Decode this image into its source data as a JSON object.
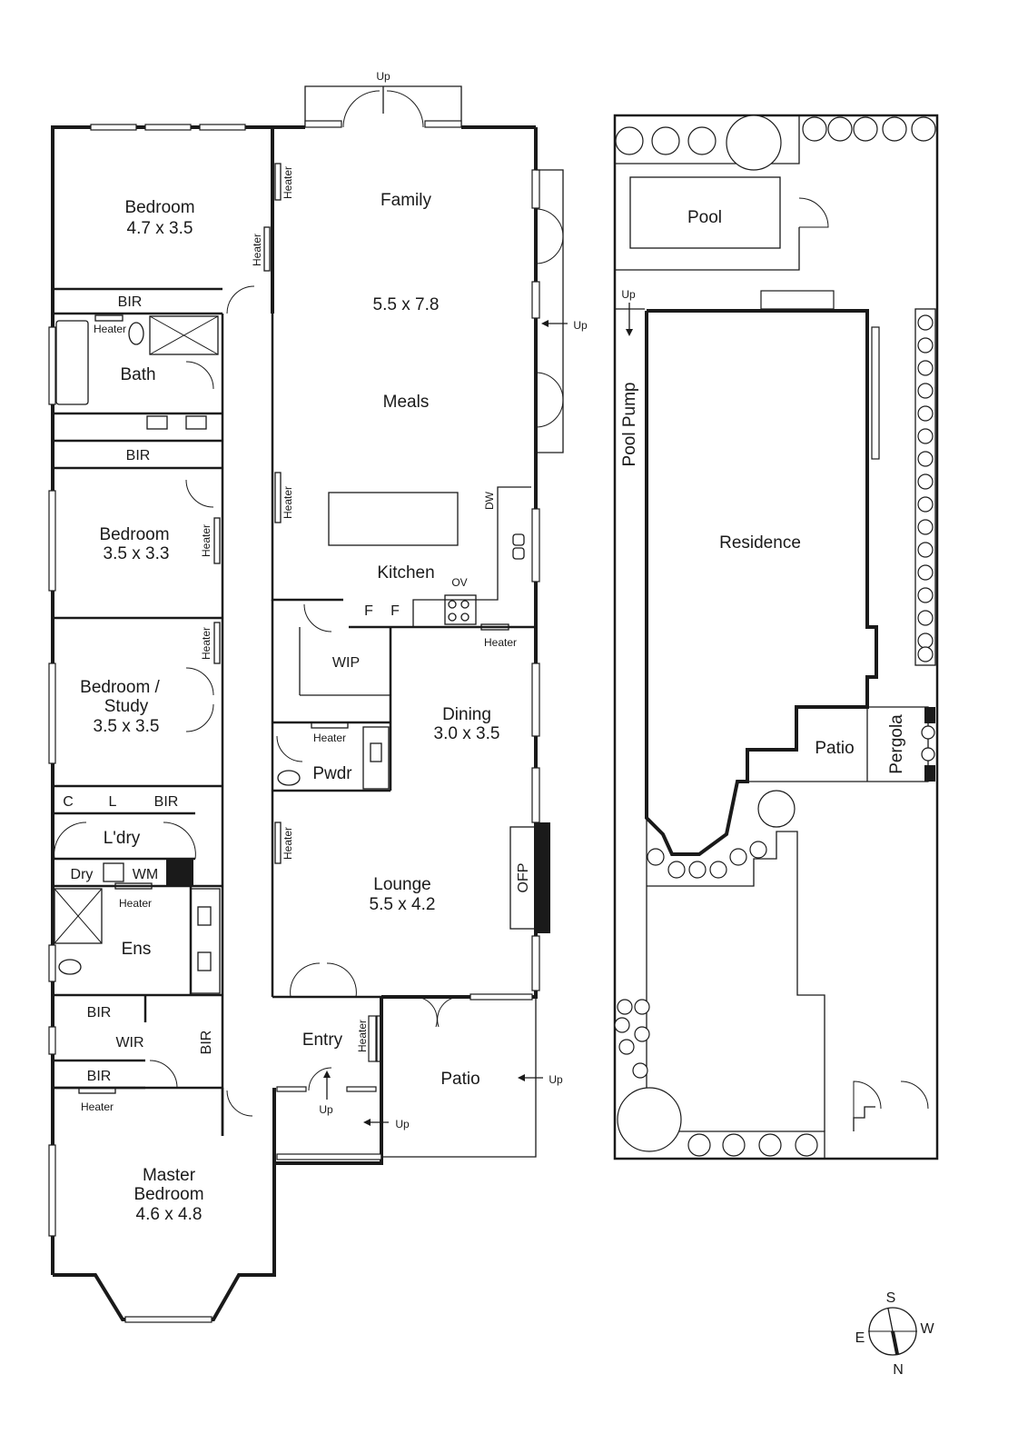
{
  "rooms": {
    "bedroom1": {
      "name": "Bedroom",
      "size": "4.7 x 3.5"
    },
    "bir1": "BIR",
    "bath": "Bath",
    "bir2": "BIR",
    "bedroom2": {
      "name": "Bedroom",
      "size": "3.5 x 3.3"
    },
    "bedroom3": {
      "name_line1": "Bedroom /",
      "name_line2": "Study",
      "size": "3.5 x 3.5"
    },
    "cupboard_c": "C",
    "cupboard_l": "L",
    "bir3": "BIR",
    "laundry": "L'dry",
    "dryer": "Dry",
    "washing_machine": "WM",
    "ensuite": "Ens",
    "bir4": "BIR",
    "wir": "WIR",
    "bir5": "BIR",
    "bir6": "BIR",
    "master_bedroom": {
      "name_line1": "Master",
      "name_line2": "Bedroom",
      "size": "4.6 x 4.8"
    },
    "family": "Family",
    "family_meals_size": "5.5 x 7.8",
    "meals": "Meals",
    "kitchen": "Kitchen",
    "dishwasher": "DW",
    "oven": "OV",
    "fridge1": "F",
    "fridge2": "F",
    "wip": "WIP",
    "powder": "Pwdr",
    "dining": {
      "name": "Dining",
      "size": "3.0 x 3.5"
    },
    "lounge": {
      "name": "Lounge",
      "size": "5.5 x 4.2"
    },
    "fireplace": "OFP",
    "entry": "Entry",
    "front_patio": "Patio"
  },
  "heater_label": "Heater",
  "up_label": "Up",
  "site": {
    "pool": "Pool",
    "pool_pump": "Pool Pump",
    "residence": "Residence",
    "patio": "Patio",
    "pergola": "Pergola"
  },
  "compass": {
    "north": "N",
    "south": "S",
    "east": "E",
    "west": "W"
  }
}
